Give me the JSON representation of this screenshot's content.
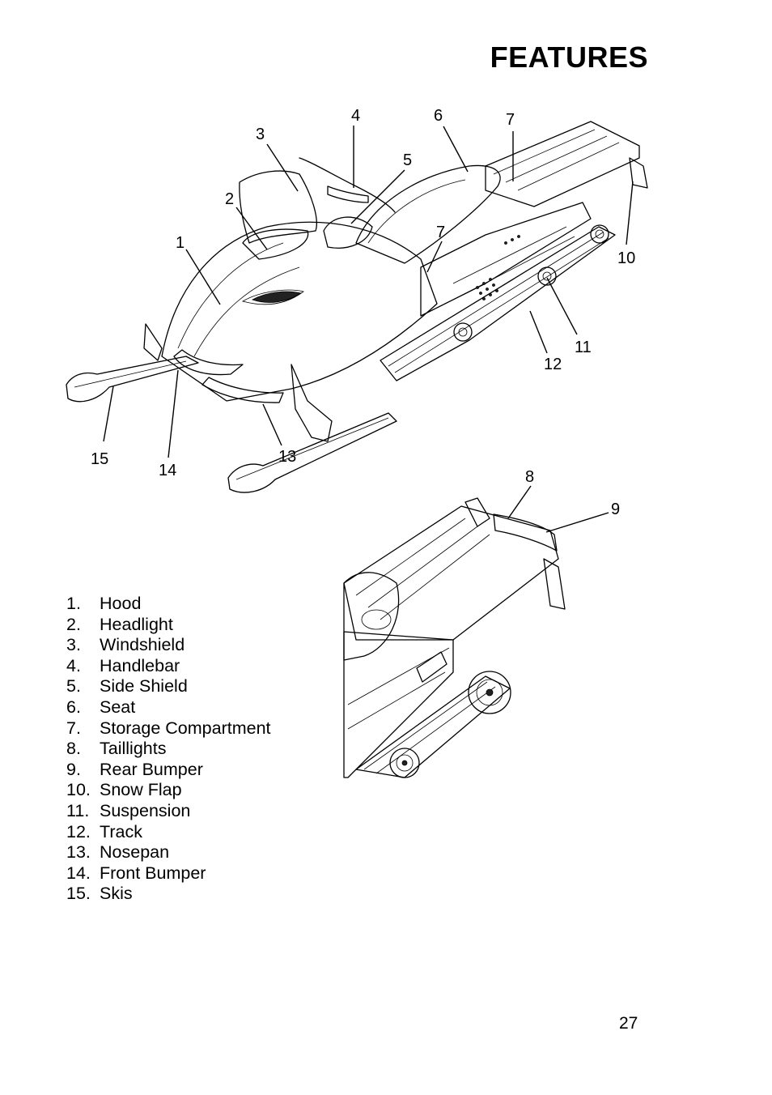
{
  "header": {
    "title": "FEATURES"
  },
  "callouts": {
    "c1": "1",
    "c2": "2",
    "c3": "3",
    "c4": "4",
    "c5": "5",
    "c6": "6",
    "c7a": "7",
    "c7b": "7",
    "c8": "8",
    "c9": "9",
    "c10": "10",
    "c11": "11",
    "c12": "12",
    "c13": "13",
    "c14": "14",
    "c15": "15"
  },
  "legend": [
    {
      "num": "1.",
      "label": "Hood"
    },
    {
      "num": "2.",
      "label": "Headlight"
    },
    {
      "num": "3.",
      "label": "Windshield"
    },
    {
      "num": "4.",
      "label": "Handlebar"
    },
    {
      "num": "5.",
      "label": "Side Shield"
    },
    {
      "num": "6.",
      "label": "Seat"
    },
    {
      "num": "7.",
      "label": "Storage Compartment"
    },
    {
      "num": "8.",
      "label": "Taillights"
    },
    {
      "num": "9.",
      "label": "Rear Bumper"
    },
    {
      "num": "10.",
      "label": "Snow Flap"
    },
    {
      "num": "11.",
      "label": "Suspension"
    },
    {
      "num": "12.",
      "label": "Track"
    },
    {
      "num": "13.",
      "label": "Nosepan"
    },
    {
      "num": "14.",
      "label": "Front Bumper"
    },
    {
      "num": "15.",
      "label": "Skis"
    }
  ],
  "footer": {
    "page_number": "27"
  }
}
